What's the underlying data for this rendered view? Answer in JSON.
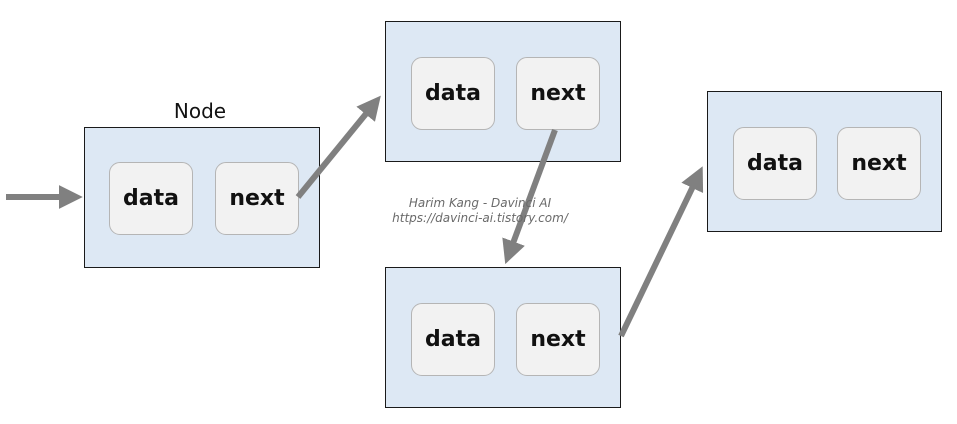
{
  "diagram": {
    "node_label": "Node",
    "nodes": [
      {
        "data_label": "data",
        "next_label": "next"
      },
      {
        "data_label": "data",
        "next_label": "next"
      },
      {
        "data_label": "data",
        "next_label": "next"
      },
      {
        "data_label": "data",
        "next_label": "next"
      }
    ],
    "arrow_color": "#808080",
    "node_fill": "#dde8f4",
    "cell_fill": "#f2f2f2"
  },
  "watermark": {
    "line1": "Harim Kang - Davinci AI",
    "line2": "https://davinci-ai.tistory.com/"
  }
}
